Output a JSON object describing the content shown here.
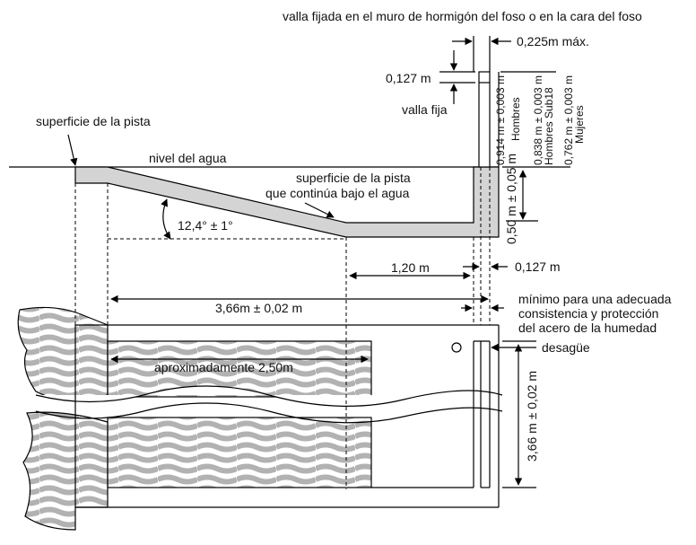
{
  "labels": {
    "top_caption": "valla fijada en el muro de hormigón del foso o en la cara del foso",
    "max_width": "0,225m máx.",
    "rail_height": "0,127 m",
    "fixed_rail": "valla fija",
    "track_surface": "superficie de la pista",
    "water_level": "nivel del agua",
    "track_surface_under_water_1": "superficie de la pista",
    "track_surface_under_water_2": "que continúa bajo el agua",
    "slope_angle": "12,4° ± 1°",
    "length_120": "1,20 m",
    "post_width": "0,127 m",
    "length_366": "3,66m ± 0,02 m",
    "minimum_1": "mínimo para una adecuada",
    "minimum_2": "consistencia y protección",
    "minimum_3": "del acero de la humedad",
    "drain": "desagüe",
    "approx_250": "aproximadamente 2,50m",
    "depth_050": "0,50 m ± 0,05 m",
    "width_366_vertical": "3,66 m ± 0,02 m",
    "hurdle_men_value": "0,914 m ± 0,003 m",
    "hurdle_men_label": "Hombres",
    "hurdle_u18_value": "0,838 m ± 0,003 m",
    "hurdle_u18_label": "Hombres Sub18",
    "hurdle_women_value": "0,762 m ± 0,003 m",
    "hurdle_women_label": "Mujeres"
  }
}
